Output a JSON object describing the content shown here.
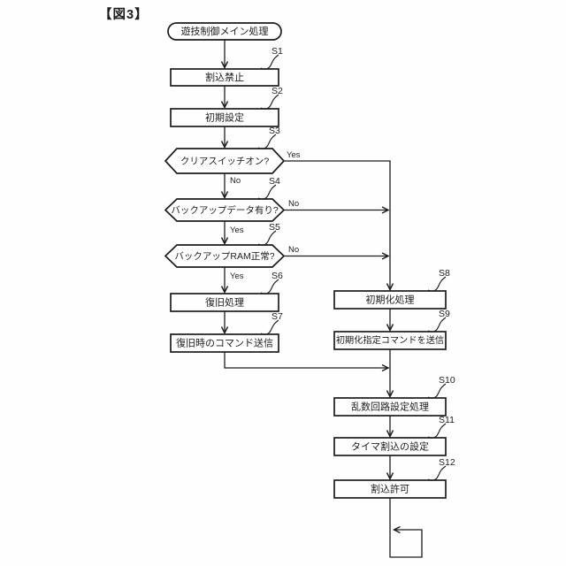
{
  "figure_label": "【図3】",
  "flow": {
    "start_label": "遊技制御メイン処理",
    "nodes": {
      "s1": {
        "id": "S1",
        "label": "割込禁止",
        "type": "process"
      },
      "s2": {
        "id": "S2",
        "label": "初期設定",
        "type": "process"
      },
      "s3": {
        "id": "S3",
        "label": "クリアスイッチオン?",
        "type": "decision"
      },
      "s4": {
        "id": "S4",
        "label": "バックアップデータ有り?",
        "type": "decision"
      },
      "s5": {
        "id": "S5",
        "label": "バックアップRAM正常?",
        "type": "decision"
      },
      "s6": {
        "id": "S6",
        "label": "復旧処理",
        "type": "process"
      },
      "s7": {
        "id": "S7",
        "label": "復旧時のコマンド送信",
        "type": "process"
      },
      "s8": {
        "id": "S8",
        "label": "初期化処理",
        "type": "process"
      },
      "s9": {
        "id": "S9",
        "label": "初期化指定コマンドを送信",
        "type": "process"
      },
      "s10": {
        "id": "S10",
        "label": "乱数回路設定処理",
        "type": "process"
      },
      "s11": {
        "id": "S11",
        "label": "タイマ割込の設定",
        "type": "process"
      },
      "s12": {
        "id": "S12",
        "label": "割込許可",
        "type": "process"
      }
    },
    "branches": {
      "s3_yes": "Yes",
      "s3_no": "No",
      "s4_no": "No",
      "s4_yes": "Yes",
      "s5_no": "No",
      "s5_yes": "Yes"
    },
    "colors": {
      "line": "#1c1c1c",
      "background": "#fefefe"
    }
  }
}
